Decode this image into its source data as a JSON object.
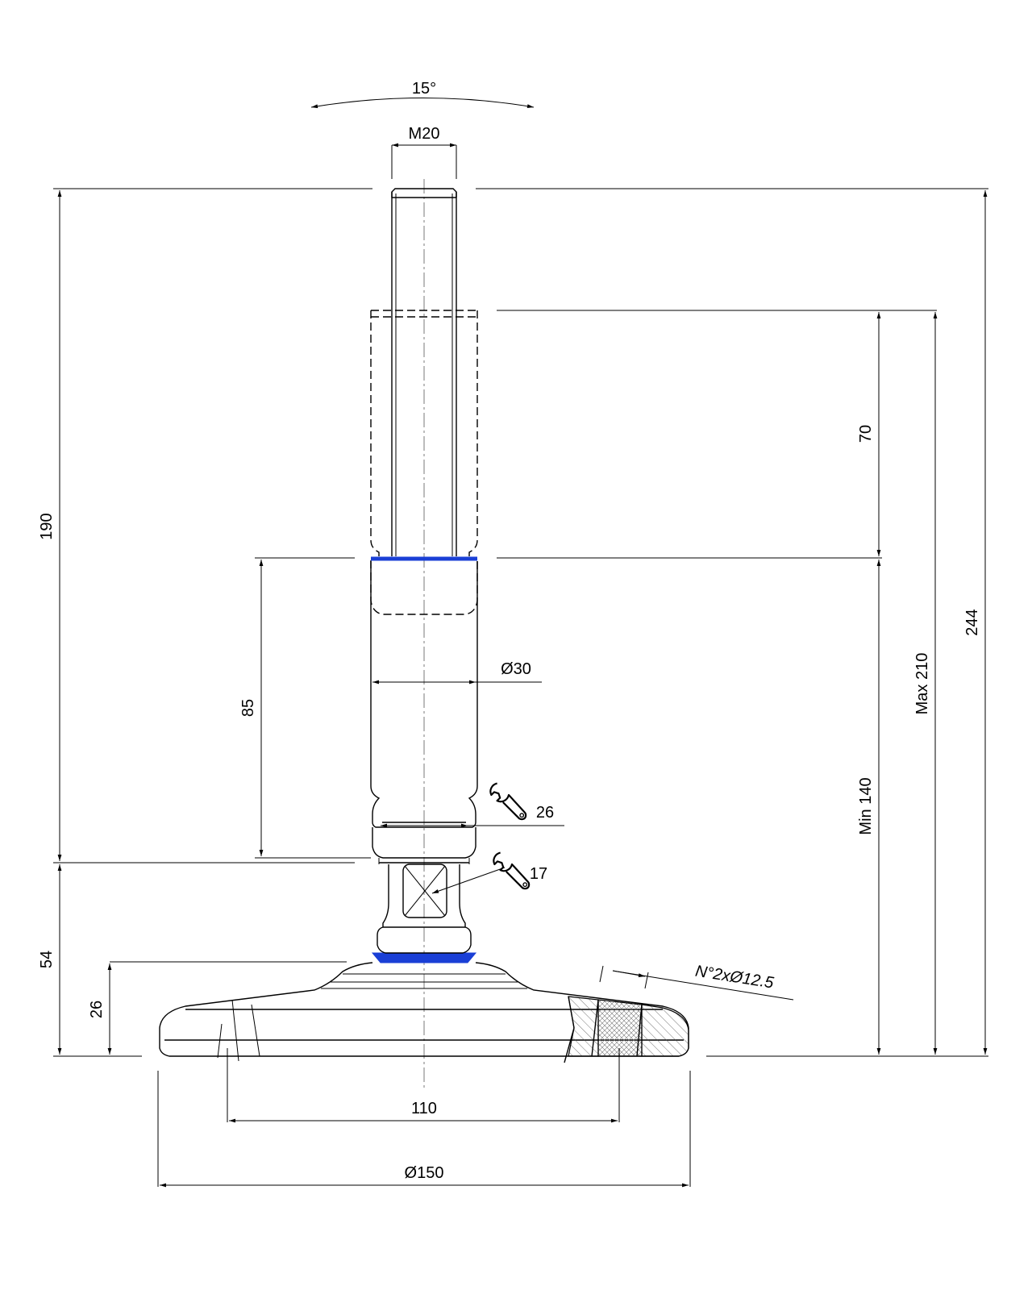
{
  "drawing": {
    "colors": {
      "line": "#000000",
      "seal_blue": "#1a3fd6",
      "hatch": "#555555",
      "centerline": "#7a7a7a"
    },
    "dimensions": {
      "angle": "15°",
      "thread": "M20",
      "height_total_stud": "190",
      "overall": "244",
      "adjust_range": "70",
      "max_height": "Max 210",
      "min_height": "Min 140",
      "body_length": "85",
      "body_diameter": "Ø30",
      "wrench_body": "26",
      "wrench_nut": "17",
      "base_height": "54",
      "plate_height": "26",
      "holes": "N°2xØ12.5",
      "hole_spacing": "110",
      "base_diameter": "Ø150"
    },
    "icons": {
      "wrench_1": "wrench-icon",
      "wrench_2": "wrench-icon"
    }
  }
}
